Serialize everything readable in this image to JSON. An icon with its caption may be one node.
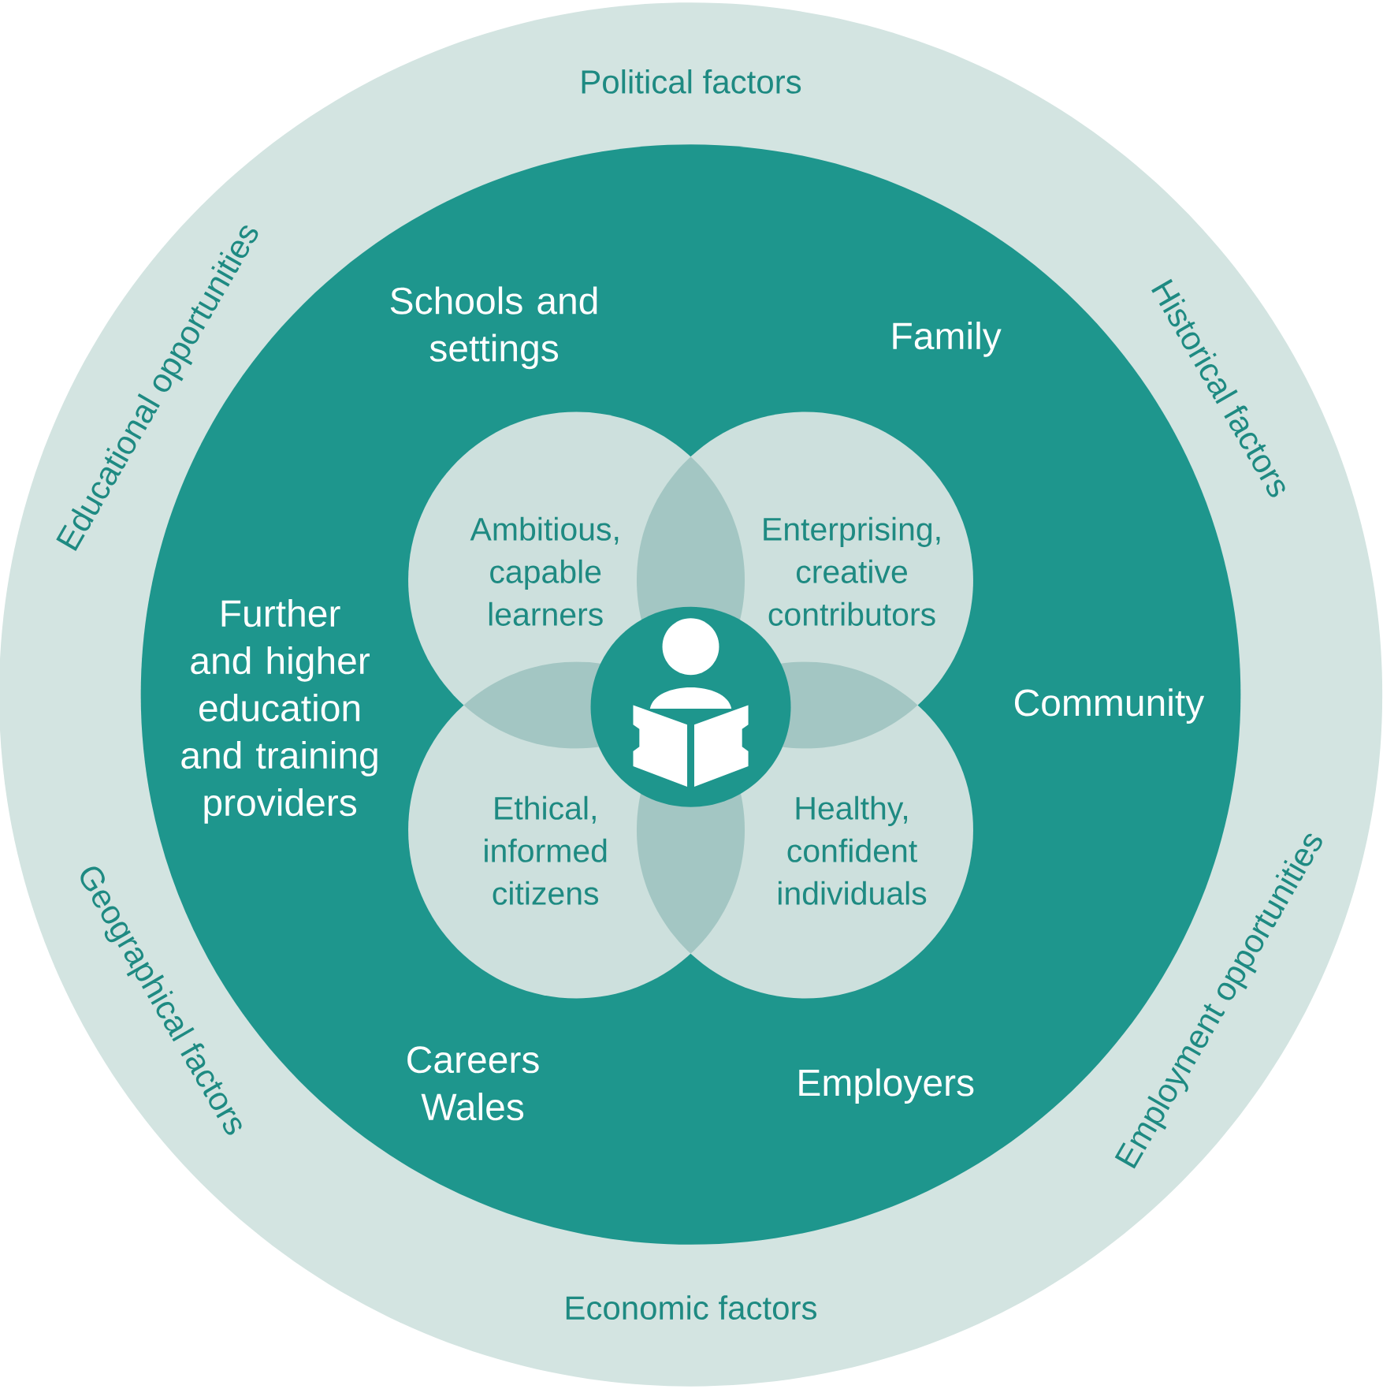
{
  "diagram": {
    "nodes": [
      {
        "text": [
          "Political factors",
          "Historical factors",
          "Employment opportunities",
          "Economic factors",
          "Geographical factors",
          "Educational opportunities"
        ]
      },
      {
        "text": [
          "Schools and settings",
          "Family",
          "Further and higher education and training providers",
          "Community",
          "Careers Wales",
          "Employers"
        ],
        "in": 0
      },
      {
        "text": [
          "Ambitious, capable learners"
        ],
        "in": 1
      },
      {
        "text": [
          "Enterprising, creative contributors"
        ],
        "in": 1
      },
      {
        "text": [
          "Ethical, informed citizens"
        ],
        "in": 1
      },
      {
        "text": [
          "Healthy, confident individuals"
        ],
        "in": 1
      },
      {
        "text": [],
        "shape": "circle",
        "in": 1
      }
    ]
  }
}
